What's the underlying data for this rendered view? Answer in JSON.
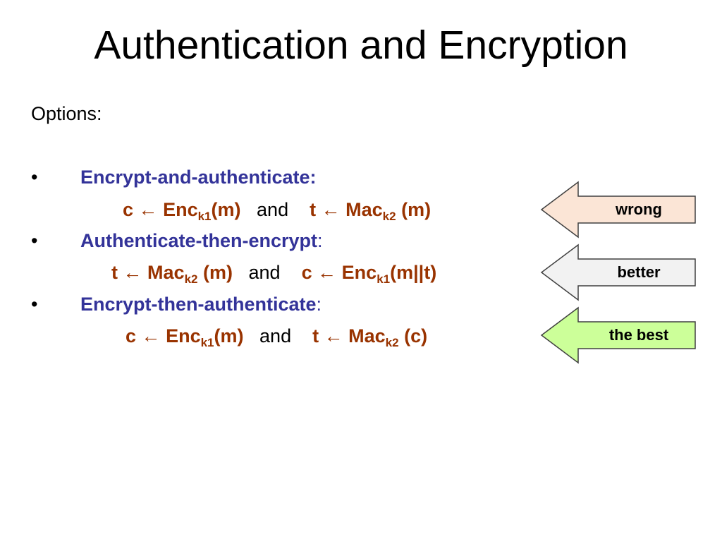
{
  "title": "Authentication and Encryption",
  "intro": "Options:",
  "bullet_glyph": "•",
  "options": [
    {
      "heading": "Encrypt-and-authenticate:",
      "heading_colon": "",
      "f1_var": "c",
      "f1_arrow": "←",
      "f1_fn": "Enc",
      "f1_sub": "k1",
      "f1_arg": "(m)",
      "and": "and",
      "f2_var": "t",
      "f2_arrow": "←",
      "f2_fn": "Mac",
      "f2_sub": "k2",
      "f2_arg": "(m)",
      "verdict": "wrong",
      "verdict_color": "#fbe5d6"
    },
    {
      "heading": "Authenticate-then-encrypt",
      "heading_colon": ":",
      "f1_var": "t",
      "f1_arrow": "←",
      "f1_fn": "Mac",
      "f1_sub": "k2",
      "f1_arg": "(m)",
      "and": "and",
      "f2_var": "c",
      "f2_arrow": "←",
      "f2_fn": "Enc",
      "f2_sub": "k1",
      "f2_arg": "(m||t)",
      "verdict": "better",
      "verdict_color": "#f2f2f2"
    },
    {
      "heading": "Encrypt-then-authenticate",
      "heading_colon": ":",
      "f1_var": "c",
      "f1_arrow": "←",
      "f1_fn": "Enc",
      "f1_sub": "k1",
      "f1_arg": "(m)",
      "and": "and",
      "f2_var": "t",
      "f2_arrow": "←",
      "f2_fn": "Mac",
      "f2_sub": "k2",
      "f2_arg": "(c)",
      "verdict": "the best",
      "verdict_color": "#ccff99"
    }
  ],
  "colors": {
    "heading": "#333399",
    "formula": "#993300",
    "arrow_outline": "#404040"
  }
}
